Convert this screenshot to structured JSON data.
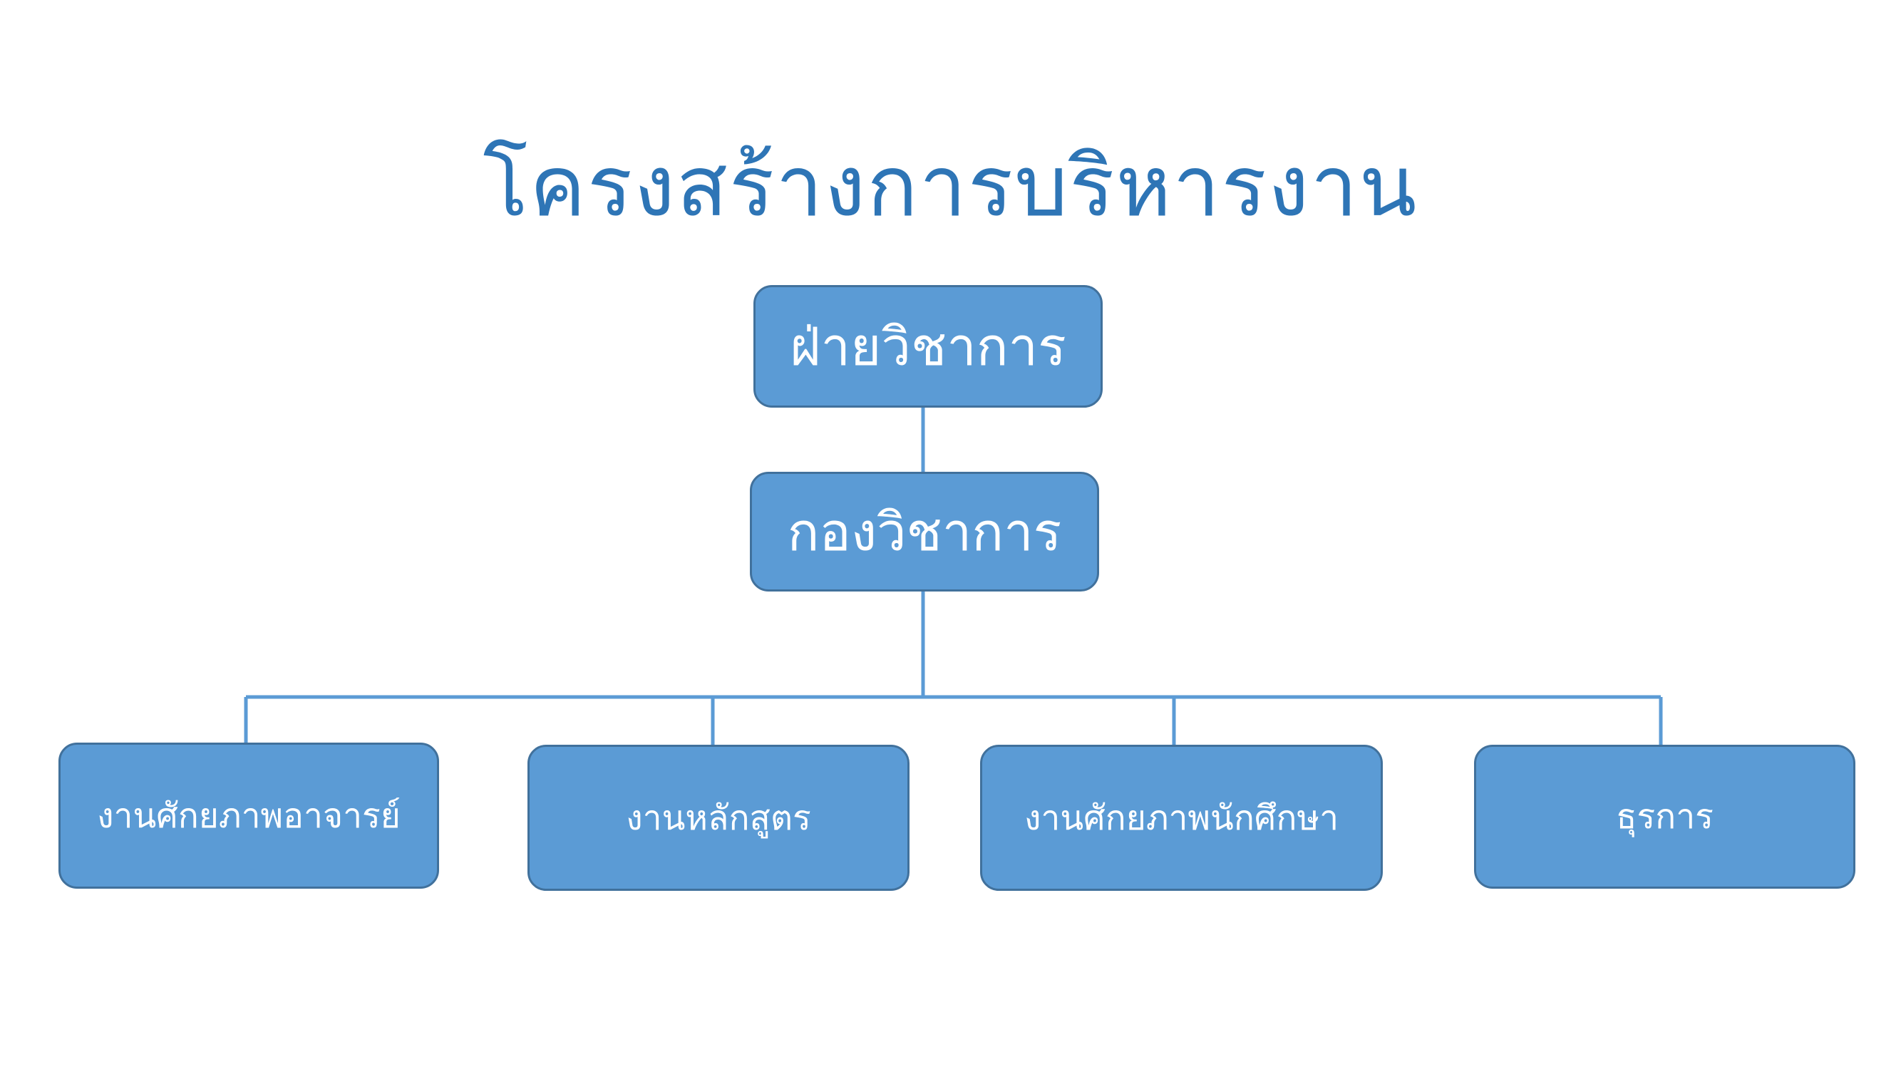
{
  "title": "โครงสร้างการบริหารงาน",
  "colors": {
    "title": "#2E75B6",
    "node_fill": "#5B9BD5",
    "node_border": "#41719C",
    "connector": "#5B9BD5",
    "node_text": "#ffffff"
  },
  "org": {
    "root": "ฝ่ายวิชาการ",
    "division": "กองวิชาการ",
    "units": [
      "งานศักยภาพอาจารย์",
      "งานหลักสูตร",
      "งานศักยภาพนักศึกษา",
      "ธุรการ"
    ]
  }
}
